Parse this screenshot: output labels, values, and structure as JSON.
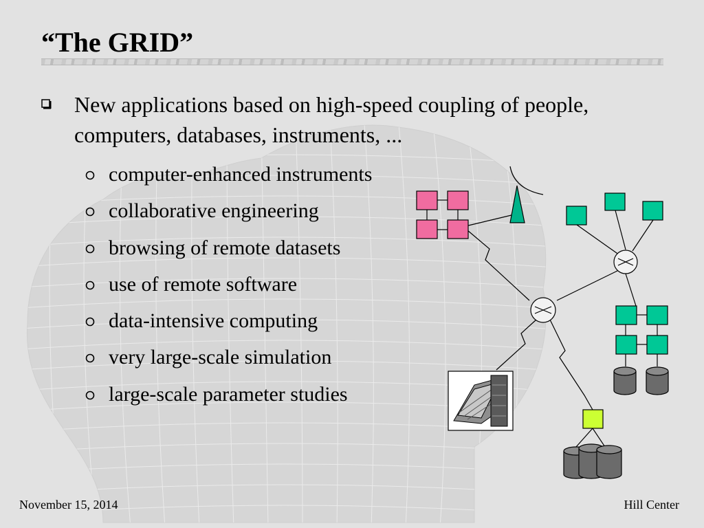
{
  "slide": {
    "title": "“The GRID”",
    "main_bullet": "New applications based on high-speed coupling of people, computers, databases, instruments, ...",
    "sub_bullets": [
      "computer-enhanced instruments",
      "collaborative engineering",
      "browsing of remote datasets",
      "use of remote software",
      "data-intensive computing",
      "very large-scale simulation",
      "large-scale parameter studies"
    ],
    "footer_date": "November 15, 2014",
    "footer_org": "Hill Center"
  },
  "colors": {
    "background": "#e2e2e2",
    "pink_nodes": "#f06ca0",
    "teal_nodes": "#00c896",
    "lime_node": "#ccff33",
    "storage": "#6b6b6b"
  },
  "icons": [
    "hollow-square-bullet-icon",
    "hollow-circle-bullet-icon",
    "antenna-icon",
    "router-icon",
    "database-icon",
    "workstation-icon"
  ]
}
